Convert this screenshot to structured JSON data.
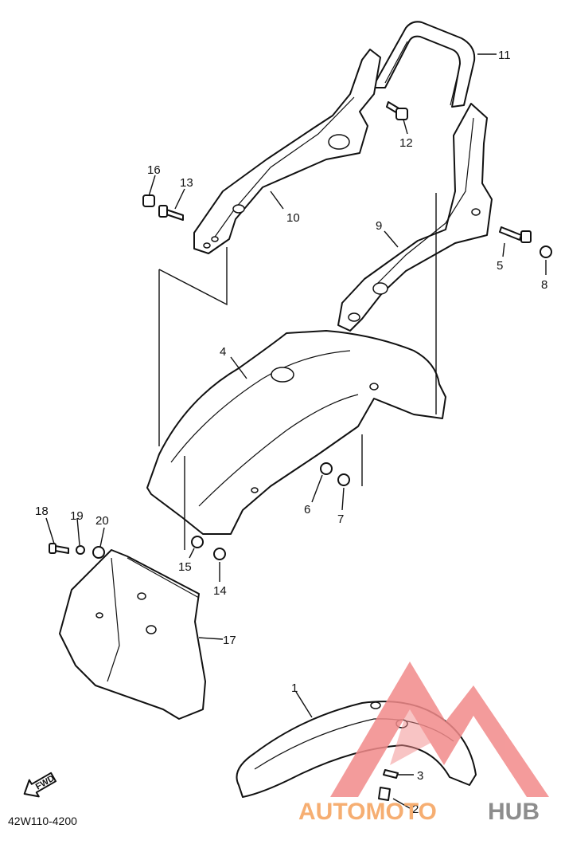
{
  "diagram_code": "42W110-4200",
  "callouts": [
    "1",
    "2",
    "3",
    "4",
    "5",
    "6",
    "7",
    "8",
    "9",
    "10",
    "11",
    "12",
    "13",
    "14",
    "15",
    "16",
    "17",
    "18",
    "19",
    "20"
  ],
  "fwd_label": "FWD",
  "watermark": {
    "text_primary": "AUTOMOTO",
    "text_secondary": "HUB",
    "color_primary": "#f5a05a",
    "color_secondary": "#7a7a7a",
    "logo_color": "#f28a8a"
  }
}
